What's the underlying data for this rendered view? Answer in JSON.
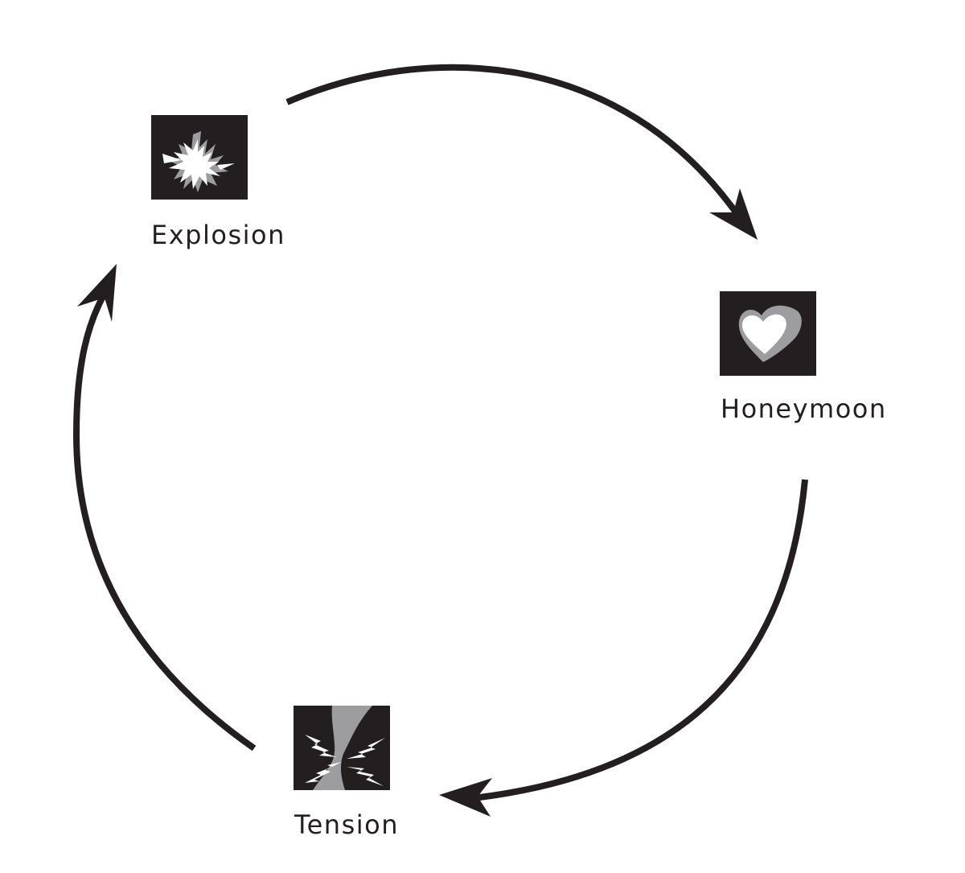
{
  "diagram": {
    "stages": [
      {
        "id": "explosion",
        "label": "Explosion",
        "icon": "explosion-icon"
      },
      {
        "id": "honeymoon",
        "label": "Honeymoon",
        "icon": "heart-icon"
      },
      {
        "id": "tension",
        "label": "Tension",
        "icon": "lightning-icon"
      }
    ],
    "cycle": [
      "explosion",
      "honeymoon",
      "tension",
      "explosion"
    ],
    "colors": {
      "stroke": "#231f20",
      "icon_background": "#231f20",
      "icon_gray": "#9d9d9f",
      "icon_white": "#ffffff"
    }
  }
}
